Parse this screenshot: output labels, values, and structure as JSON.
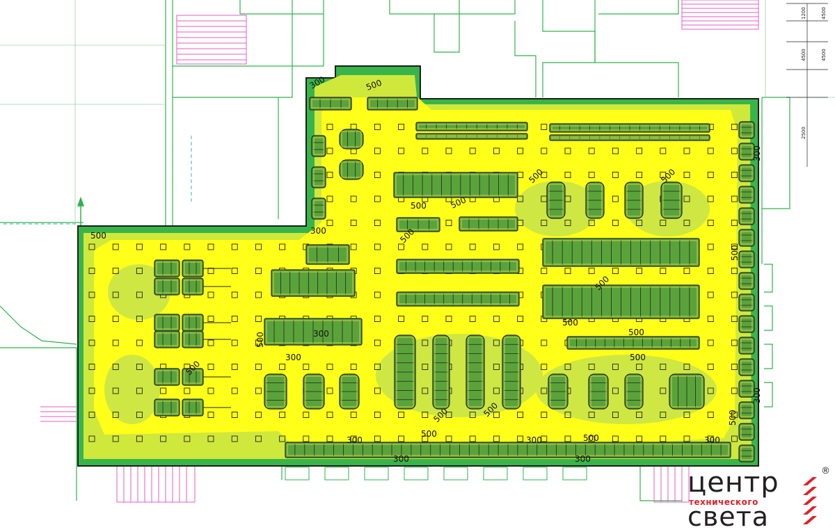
{
  "brand": {
    "line1": "центр",
    "line2": "технического",
    "line3": "света",
    "registered": "®"
  },
  "dimensions": {
    "d1": "1200",
    "d2": "4500",
    "d3": "4500",
    "d4": "4500",
    "d5": "2500"
  },
  "isolines": {
    "label_500": "500",
    "label_300": "300"
  },
  "colors": {
    "illuminance_high": "#ffff19",
    "illuminance_mid": "#d7f03c",
    "illuminance_low": "#38b54a",
    "background_lines": "#2fb34a",
    "stairs": "#e65bc3",
    "brand_red": "#e31e24"
  }
}
